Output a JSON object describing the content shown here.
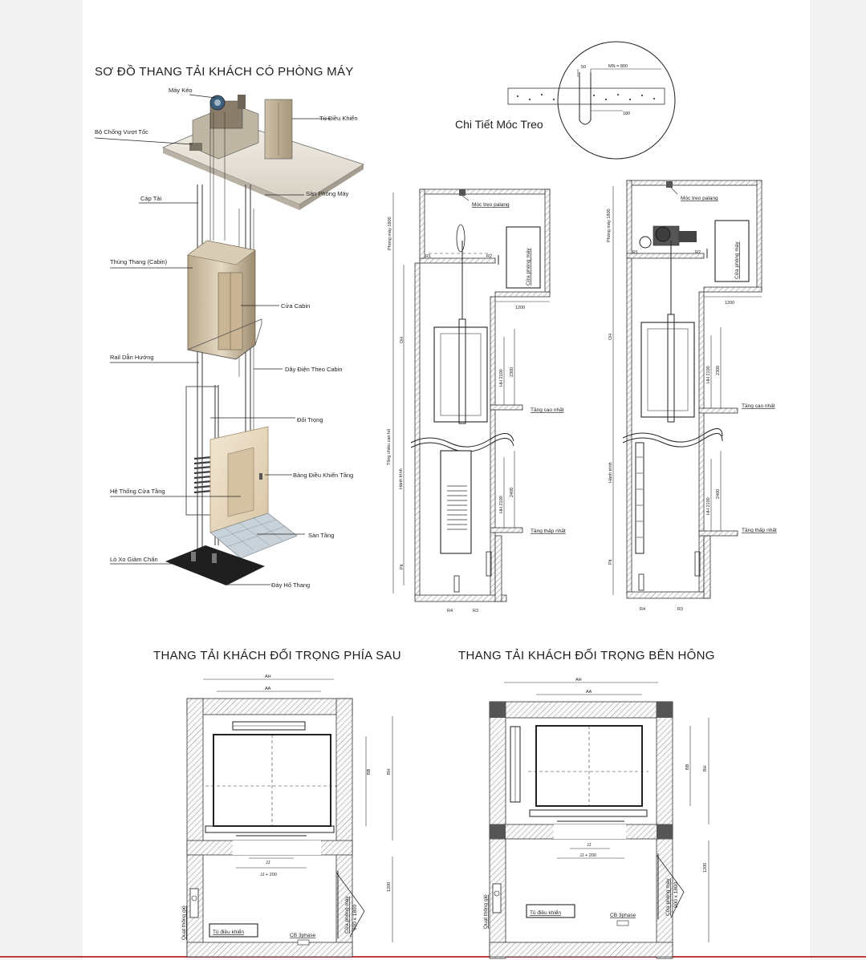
{
  "illustration": {
    "title": "SƠ ĐỒ THANG TẢI KHÁCH CÓ PHÒNG MÁY",
    "labels": {
      "may_keo": "Máy Kéo",
      "bo_chong": "Bộ Chống Vượt Tốc",
      "tu_dieu_khien": "Tủ Điều Khiển",
      "cap_tai": "Cáp Tải",
      "san_phong_may": "Sàn Phòng Máy",
      "thung_thang": "Thùng Thang (Cabin)",
      "cua_cabin": "Cửa Cabin",
      "rail": "Rail Dẫn Hướng",
      "day_dien": "Dây Điện Theo Cabin",
      "doi_trong": "Đối Trọng",
      "bang_dieu_khien": "Bảng Điều Khiển Tầng",
      "he_thong_cua": "Hệ Thống Cửa Tầng",
      "san_tang": "Sàn Tầng",
      "lo_xo": "Lò Xo Giảm Chấn",
      "day_ho": "Đáy Hố Thang"
    }
  },
  "detail": {
    "title": "Chi Tiết Móc Treo",
    "dim_50": "50",
    "dim_mn": "MN = 800",
    "dim_180": "180"
  },
  "section_rear": {
    "hook": "Móc treo palang",
    "room_door": "Cửa phòng máy",
    "machine_room_h": "Phòng máy 1800",
    "r1": "R1",
    "r2": "R2",
    "dim_1200": "1200",
    "oh": "OH",
    "hh_top": "HH 2100",
    "dim_2300": "2300",
    "top_floor": "Tầng cao nhất",
    "total_h": "Tổng chiều cao hố",
    "travel": "Hành trình",
    "hh_bottom": "HH 2100",
    "dim_2400": "2400",
    "bottom_floor": "Tầng thấp nhất",
    "pit": "Pit",
    "r4": "R4",
    "r3": "R3"
  },
  "section_side": {
    "hook": "Móc treo palang",
    "room_door": "Cửa phòng máy",
    "machine_room_h": "Phòng máy 1800",
    "r1": "R1",
    "r2": "R2",
    "dim_1200": "1200",
    "oh": "OH",
    "hh_top": "HH 2100",
    "dim_2300": "2300",
    "top_floor": "Tầng cao nhất",
    "travel": "Hành trình",
    "hh_bottom": "HH 2100",
    "dim_2400": "2400",
    "bottom_floor": "Tầng thấp nhất",
    "pit": "Pit",
    "r4": "R4",
    "r3": "R3"
  },
  "plan_rear": {
    "title": "THANG TẢI KHÁCH ĐỐI TRỌNG PHÍA SAU",
    "ah": "AH",
    "aa": "AA",
    "bb": "BB",
    "bh": "BH",
    "jj": "JJ",
    "jj200": "JJ + 200",
    "dim_1200": "1200",
    "fan": "Quạt thông gió",
    "cabinet": "Tủ điều khiển",
    "cb": "CB 3phase",
    "door": "Cửa phòng máy",
    "door_size": "900 x 1800"
  },
  "plan_side": {
    "title": "THANG TẢI KHÁCH ĐỐI TRỌNG BÊN HÔNG",
    "ah": "AH",
    "aa": "AA",
    "bb": "BB",
    "bh": "BH",
    "jj": "JJ",
    "jj200": "JJ + 200",
    "dim_1200": "1200",
    "fan": "Quạt thông gió",
    "cabinet": "Tủ điều khiển",
    "cb": "CB 3phase",
    "door": "Cửa phòng máy",
    "door_size": "900 x 1800"
  }
}
